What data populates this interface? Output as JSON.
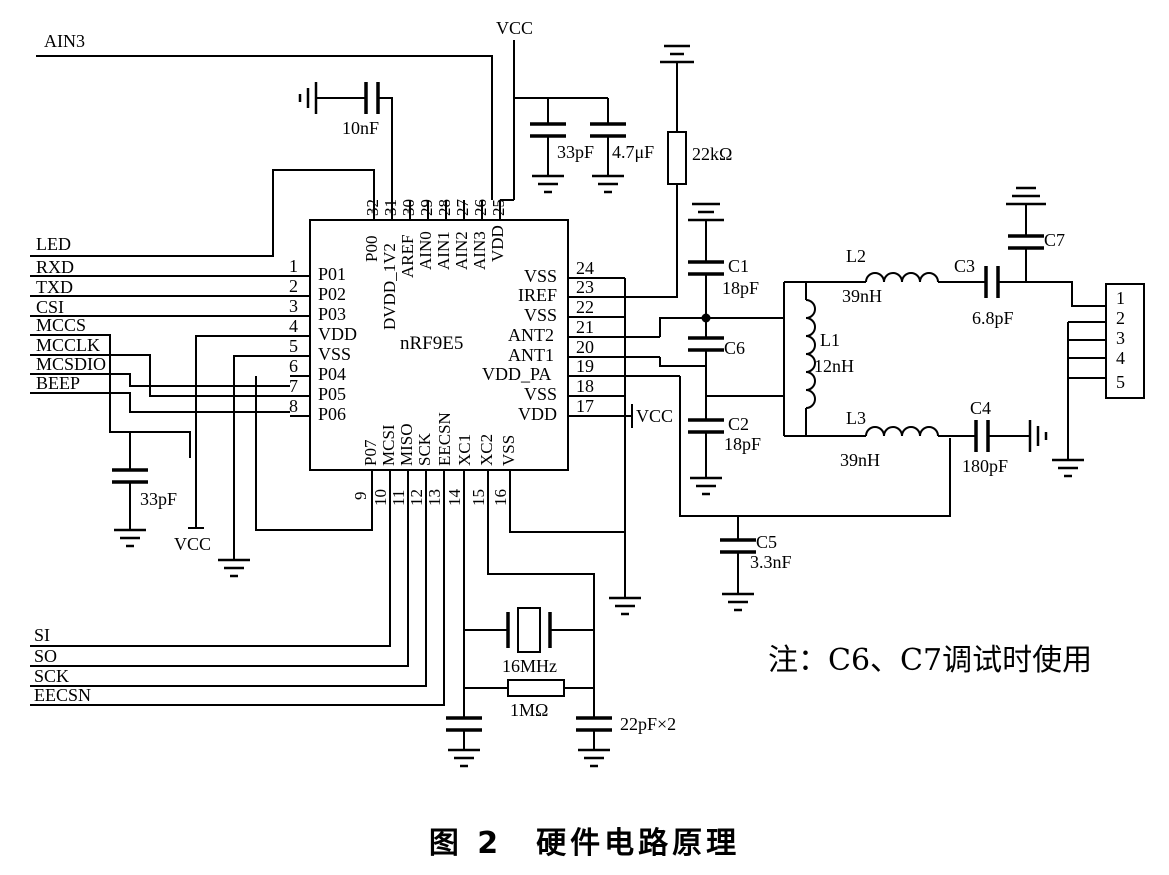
{
  "chip": {
    "name": "nRF9E5",
    "left_pins": [
      {
        "num": "1",
        "name": "P01",
        "net": "RXD"
      },
      {
        "num": "2",
        "name": "P02",
        "net": "TXD"
      },
      {
        "num": "3",
        "name": "P03",
        "net": "CSI"
      },
      {
        "num": "4",
        "name": "VDD",
        "net": "MCCS"
      },
      {
        "num": "5",
        "name": "VSS",
        "net": "MCCLK"
      },
      {
        "num": "6",
        "name": "P04",
        "net": "MCSDIO"
      },
      {
        "num": "7",
        "name": "P05",
        "net": "BEEP"
      },
      {
        "num": "8",
        "name": "P06",
        "net": ""
      }
    ],
    "top_pins": [
      {
        "num": "32",
        "name": "P00"
      },
      {
        "num": "31",
        "name": "DVDD_1V2"
      },
      {
        "num": "30",
        "name": "AREF"
      },
      {
        "num": "29",
        "name": "AIN0"
      },
      {
        "num": "28",
        "name": "AIN1"
      },
      {
        "num": "27",
        "name": "AIN2"
      },
      {
        "num": "26",
        "name": "AIN3"
      },
      {
        "num": "25",
        "name": "VDD"
      }
    ],
    "right_pins": [
      {
        "num": "24",
        "name": "VSS"
      },
      {
        "num": "23",
        "name": "IREF"
      },
      {
        "num": "22",
        "name": "VSS"
      },
      {
        "num": "21",
        "name": "ANT2"
      },
      {
        "num": "20",
        "name": "ANT1"
      },
      {
        "num": "19",
        "name": "VDD_PA"
      },
      {
        "num": "18",
        "name": "VSS"
      },
      {
        "num": "17",
        "name": "VDD"
      }
    ],
    "bottom_pins": [
      {
        "num": "9",
        "name": "P07"
      },
      {
        "num": "10",
        "name": "MCSI"
      },
      {
        "num": "11",
        "name": "MISO"
      },
      {
        "num": "12",
        "name": "SCK"
      },
      {
        "num": "13",
        "name": "EECSN"
      },
      {
        "num": "14",
        "name": "XC1"
      },
      {
        "num": "15",
        "name": "XC2"
      },
      {
        "num": "16",
        "name": "VSS"
      }
    ]
  },
  "nets": {
    "led": "LED",
    "ain3": "AIN3",
    "vcc_top": "VCC",
    "vcc_left": "VCC",
    "vcc_pin17": "VCC",
    "si": "SI",
    "so": "SO",
    "sck": "SCK",
    "eecsn": "EECSN"
  },
  "components": {
    "c_10nf": "10nF",
    "c_33pf_top": "33pF",
    "c_4_7uf": "4.7μF",
    "r_22k": "22kΩ",
    "c1_name": "C1",
    "c1_value": "18pF",
    "c6_name": "C6",
    "c2_name": "C2",
    "c2_value": "18pF",
    "c5_name": "C5",
    "c5_value": "3.3nF",
    "l1_name": "L1",
    "l1_value": "12nH",
    "l2_name": "L2",
    "l2_value": "39nH",
    "l3_name": "L3",
    "l3_value": "39nH",
    "c3_name": "C3",
    "c3_value": "6.8pF",
    "c4_name": "C4",
    "c4_value": "180pF",
    "c7_name": "C7",
    "c_33pf_left": "33pF",
    "crystal": "16MHz",
    "r_1m": "1MΩ",
    "c_22pf": "22pF×2"
  },
  "connector_pins": [
    "1",
    "2",
    "3",
    "4",
    "5"
  ],
  "note": "注：C6、C7调试时使用",
  "caption": "图 2　硬件电路原理"
}
